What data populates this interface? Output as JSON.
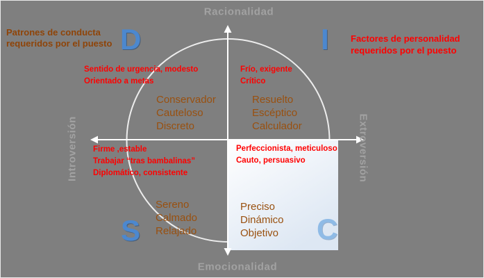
{
  "slide": {
    "axis_top": "Racionalidad",
    "axis_bottom": "Emocionalidad",
    "axis_left": "Introversión",
    "axis_right": "Extroversión",
    "title_left": "Patrones de conducta requeridos por el puesto",
    "title_right": "Factores de personalidad requeridos por el puesto"
  },
  "quadrants": {
    "d": {
      "letter": "D",
      "red_lines": [
        "Sentido de urgencia, modesto",
        "Orientado a metas"
      ],
      "brown_lines": [
        "Conservador",
        "Cauteloso",
        "Discreto"
      ]
    },
    "i": {
      "letter": "I",
      "red_lines": [
        "Frío, exigente",
        "Crítico"
      ],
      "brown_lines": [
        "Resuelto",
        "Escéptico",
        "Calculador"
      ]
    },
    "s": {
      "letter": "S",
      "red_lines": [
        "Firme ,estable",
        "Trabajar “tras bambalinas”",
        "Diplomático, consistente"
      ],
      "brown_lines": [
        "Sereno",
        "Calmado",
        "Relajado"
      ]
    },
    "c": {
      "letter": "C",
      "red_lines": [
        "Perfeccionista, meticuloso",
        "Cauto, persuasivo"
      ],
      "brown_lines": [
        "Preciso",
        "Dinámico",
        "Objetivo"
      ]
    }
  },
  "colors": {
    "background": "#7f7f7f",
    "axis_label_gray": "#a2a2a2",
    "brown_text": "#99500f",
    "dark_brown_title": "#8f4408",
    "red_text": "#ff0000",
    "letter_blue": "#4c88cf",
    "letter_c_light_blue": "#8fbbe6",
    "circle_stroke": "#ededed",
    "axis_stroke": "#ffffff",
    "c_quadrant_box_top": "#ffffff",
    "c_quadrant_box_bottom": "#dde7f3"
  }
}
